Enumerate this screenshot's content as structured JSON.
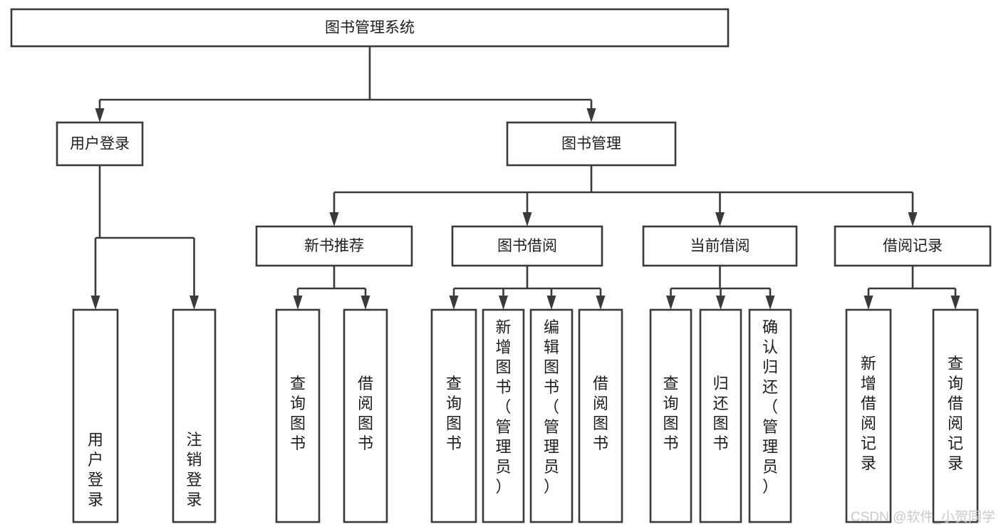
{
  "diagram": {
    "type": "tree",
    "orientation": "top-down",
    "title": "图书管理系统",
    "colors": {
      "background": "#ffffff",
      "box_stroke": "#3a3a3a",
      "box_fill": "#ffffff",
      "text": "#1d1d1d",
      "connector": "#3a3a3a",
      "watermark": "#c9c9c9"
    },
    "root": {
      "label": "图书管理系统",
      "orientation": "horizontal"
    },
    "level2": [
      {
        "label": "用户登录",
        "orientation": "horizontal"
      },
      {
        "label": "图书管理",
        "orientation": "horizontal"
      }
    ],
    "level3": [
      {
        "label": "新书推荐",
        "orientation": "horizontal"
      },
      {
        "label": "图书借阅",
        "orientation": "horizontal"
      },
      {
        "label": "当前借阅",
        "orientation": "horizontal"
      },
      {
        "label": "借阅记录",
        "orientation": "horizontal"
      }
    ],
    "leaves": {
      "user_login": [
        {
          "label": "用户登录",
          "orientation": "vertical",
          "align": "bottom"
        },
        {
          "label": "注销登录",
          "orientation": "vertical",
          "align": "bottom"
        }
      ],
      "new_book_recommend": [
        {
          "label": "查询图书",
          "orientation": "vertical",
          "align": "middle"
        },
        {
          "label": "借阅图书",
          "orientation": "vertical",
          "align": "middle"
        }
      ],
      "book_borrow": [
        {
          "label": "查询图书",
          "orientation": "vertical",
          "align": "middle"
        },
        {
          "label": "新增图书（管理员）",
          "orientation": "vertical",
          "align": "top"
        },
        {
          "label": "编辑图书（管理员）",
          "orientation": "vertical",
          "align": "top"
        },
        {
          "label": "借阅图书",
          "orientation": "vertical",
          "align": "middle"
        }
      ],
      "current_borrow": [
        {
          "label": "查询图书",
          "orientation": "vertical",
          "align": "middle"
        },
        {
          "label": "归还图书",
          "orientation": "vertical",
          "align": "middle"
        },
        {
          "label": "确认归还（管理员）",
          "orientation": "vertical",
          "align": "top"
        }
      ],
      "borrow_record": [
        {
          "label": "新增借阅记录",
          "orientation": "vertical",
          "align": "middle"
        },
        {
          "label": "查询借阅记录",
          "orientation": "vertical",
          "align": "middle"
        }
      ]
    }
  },
  "watermark": {
    "text": "CSDN @软件_小贺同学"
  }
}
